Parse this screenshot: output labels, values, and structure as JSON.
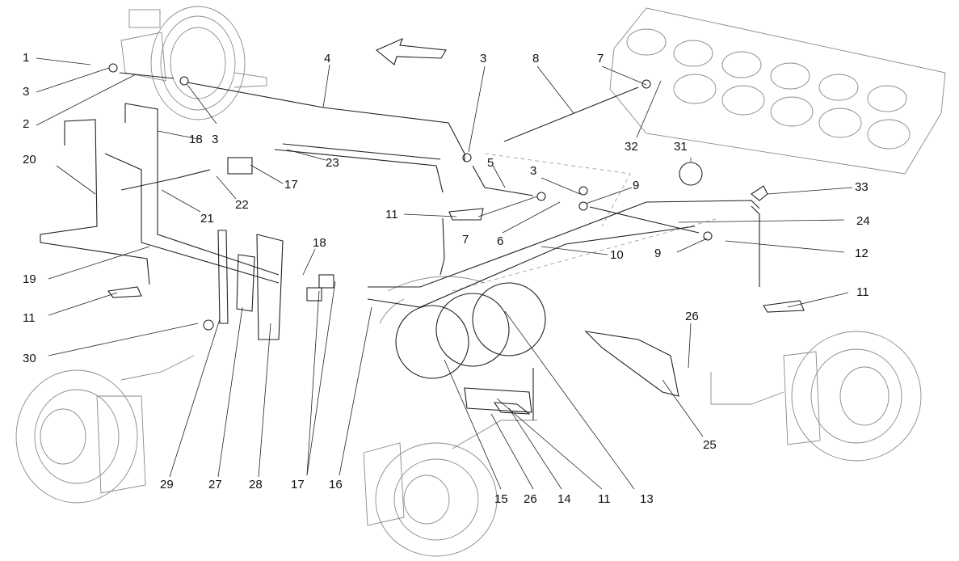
{
  "diagram": {
    "callouts": [
      "1",
      "2",
      "3",
      "3",
      "3",
      "3",
      "4",
      "5",
      "6",
      "7",
      "7",
      "7",
      "8",
      "9",
      "9",
      "10",
      "11",
      "11",
      "11",
      "11",
      "11",
      "12",
      "13",
      "14",
      "15",
      "16",
      "17",
      "17",
      "17",
      "18",
      "18",
      "19",
      "20",
      "21",
      "22",
      "23",
      "24",
      "25",
      "26",
      "26",
      "27",
      "28",
      "29",
      "30",
      "31",
      "32",
      "33"
    ]
  },
  "colors": {
    "line": "#222222",
    "faint": "#8a8a8a",
    "background": "#ffffff"
  }
}
